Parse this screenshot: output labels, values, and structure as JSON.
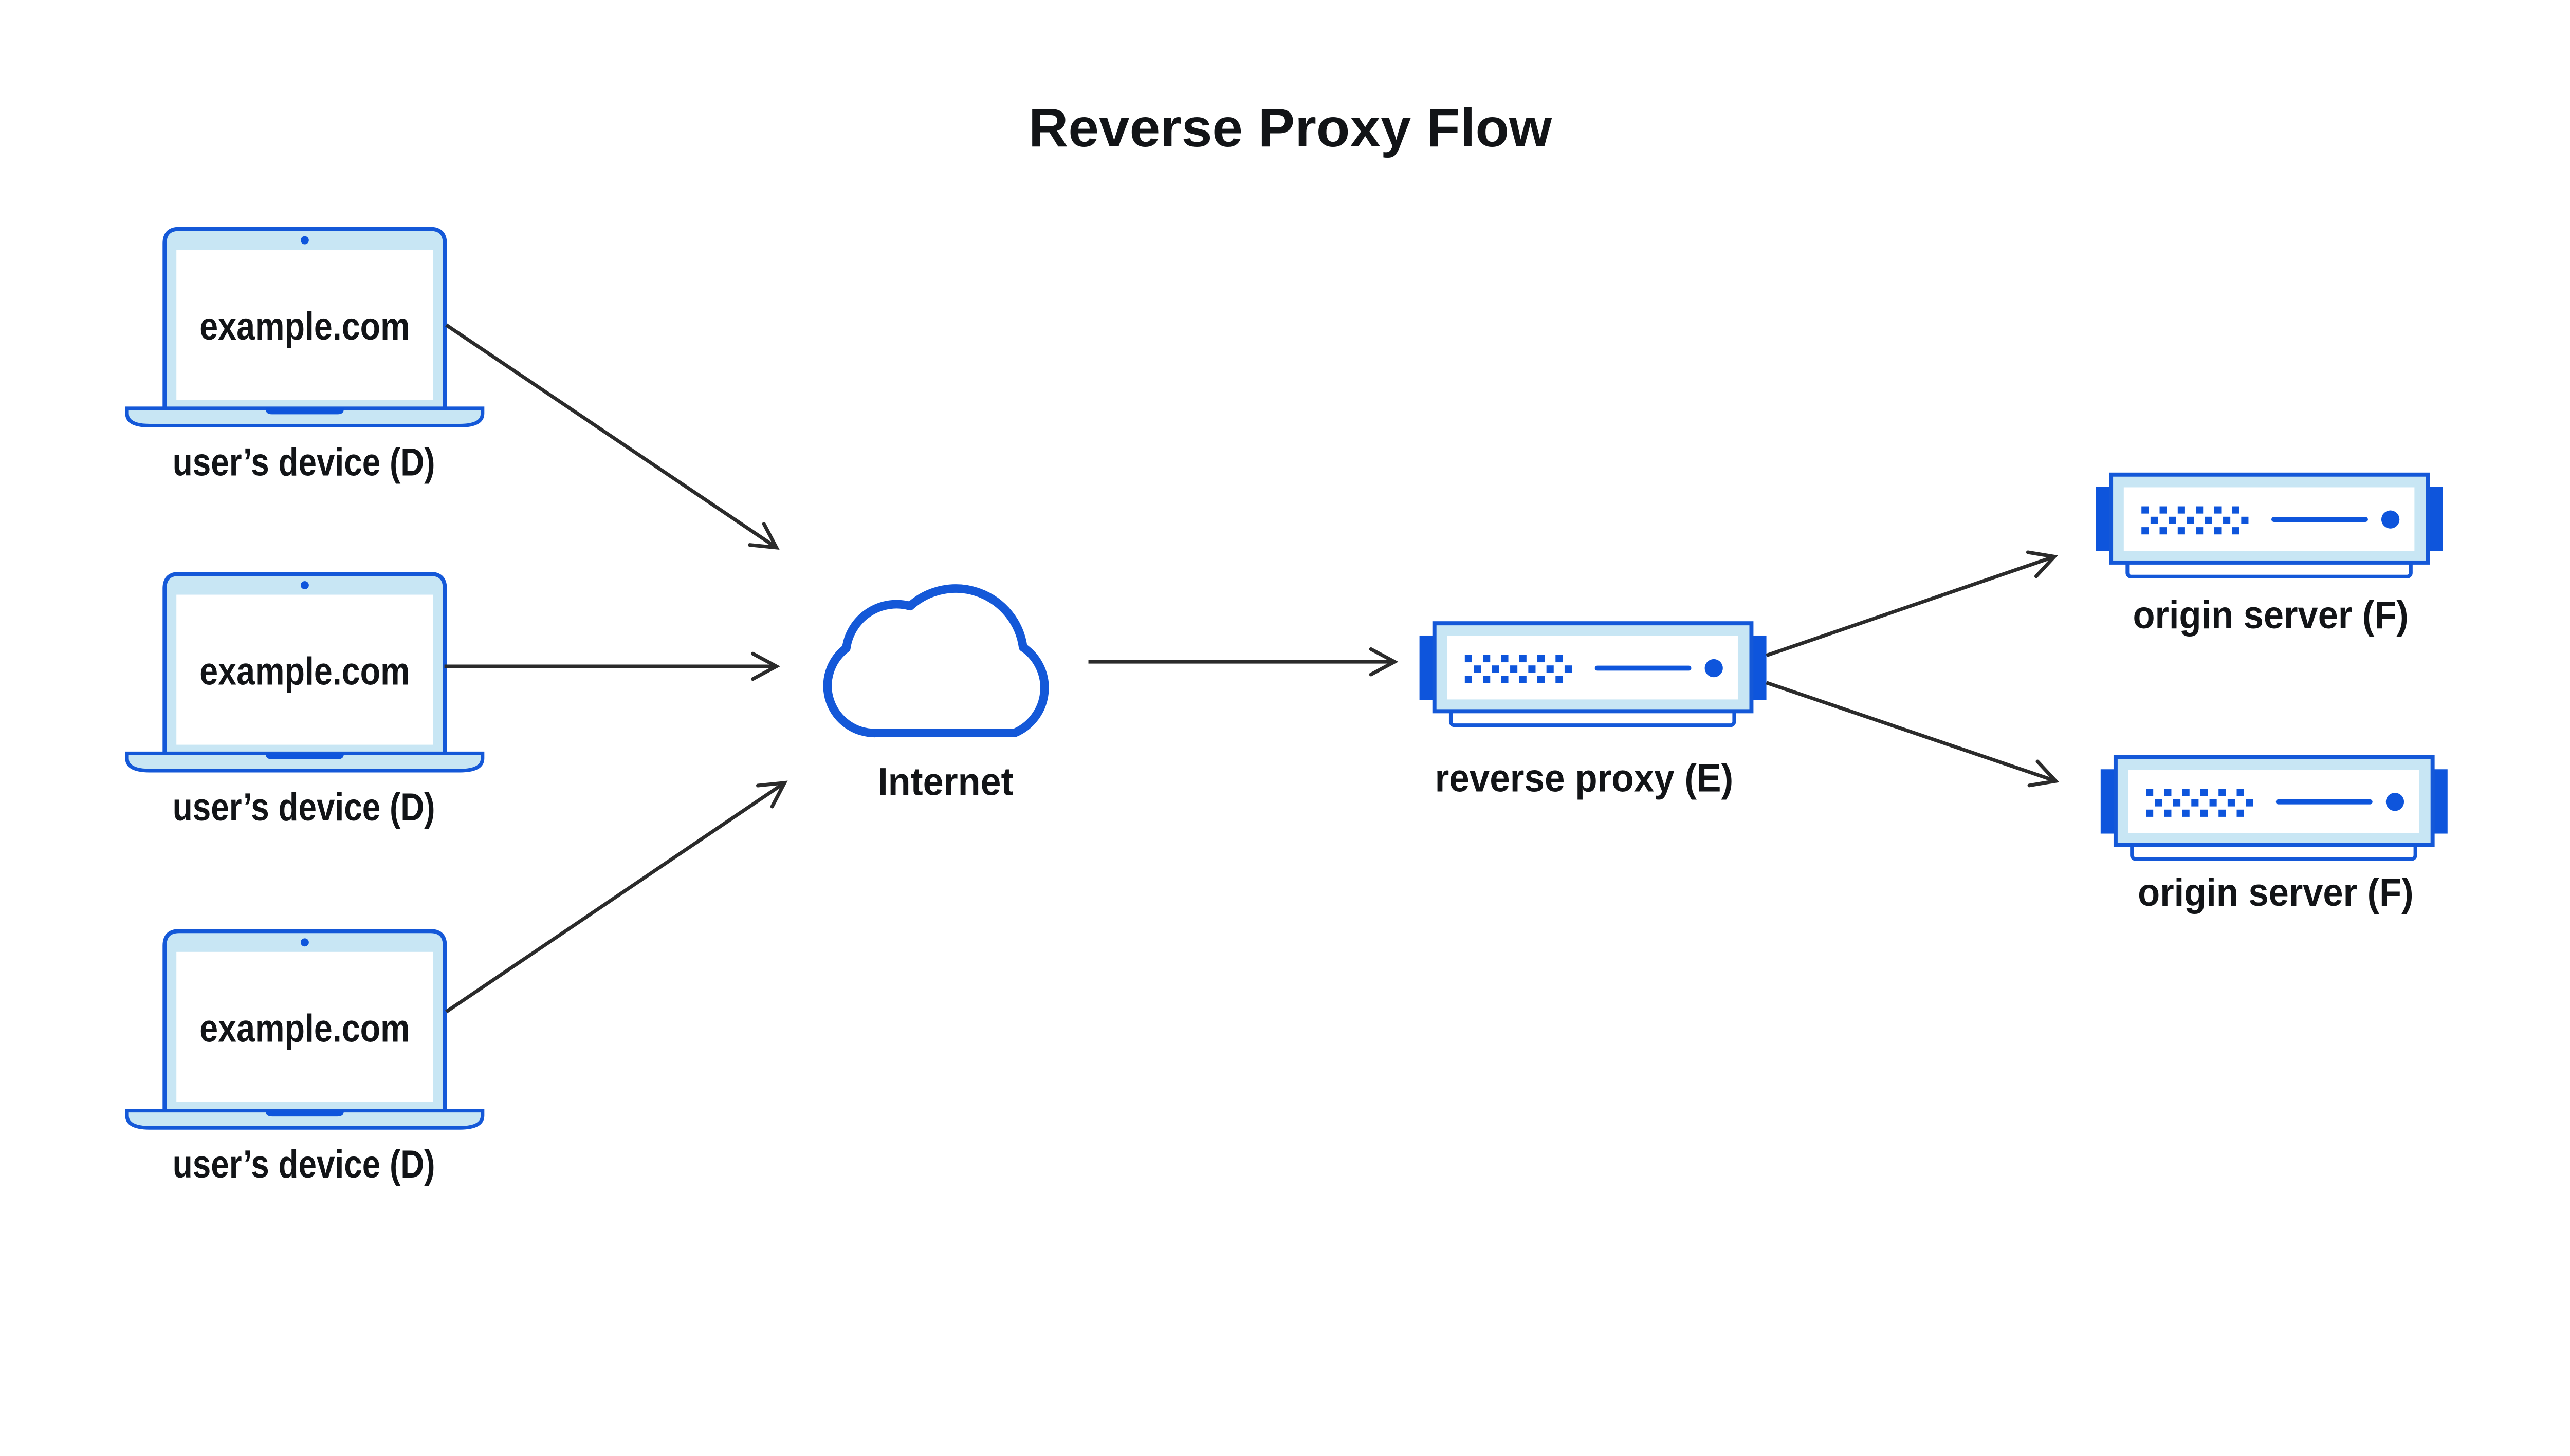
{
  "title": "Reverse Proxy Flow",
  "colors": {
    "stroke_blue": "#1458D8",
    "solid_blue": "#0E55DC",
    "light_blue": "#C8E6F4",
    "arrow_color": "#2B2B2B",
    "text_color": "#121417",
    "background": "#FFFFFF"
  },
  "nodes": {
    "devices": [
      {
        "screen_text": "example.com",
        "label": "user’s device (D)"
      },
      {
        "screen_text": "example.com",
        "label": "user’s device (D)"
      },
      {
        "screen_text": "example.com",
        "label": "user’s device (D)"
      }
    ],
    "internet": {
      "label": "Internet"
    },
    "reverse_proxy": {
      "label": "reverse proxy (E)"
    },
    "origin_servers": [
      {
        "label": "origin server (F)"
      },
      {
        "label": "origin server (F)"
      }
    ]
  },
  "icons": {
    "device": "laptop-icon",
    "internet": "cloud-icon",
    "server": "rack-server-icon"
  },
  "flow": {
    "arrows": [
      {
        "from": "user-device-1",
        "to": "internet"
      },
      {
        "from": "user-device-2",
        "to": "internet"
      },
      {
        "from": "user-device-3",
        "to": "internet"
      },
      {
        "from": "internet",
        "to": "reverse-proxy"
      },
      {
        "from": "reverse-proxy",
        "to": "origin-server-1"
      },
      {
        "from": "reverse-proxy",
        "to": "origin-server-2"
      }
    ]
  }
}
